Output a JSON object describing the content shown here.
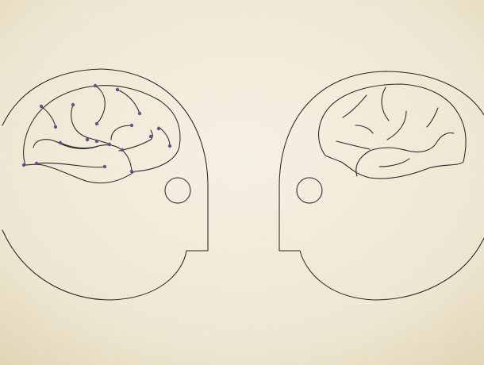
{
  "colors": {
    "paper": "#f4efdf",
    "paper_edge": "#e3d8b8",
    "ink": "#2a2622",
    "node": "#6b4f86"
  },
  "scene": {
    "left_head": {
      "kind": "head-silhouette-facing-right",
      "has_eye": true,
      "node_count": 20
    },
    "right_head": {
      "kind": "head-silhouette-facing-left",
      "has_eye": true,
      "node_count": 0
    }
  }
}
